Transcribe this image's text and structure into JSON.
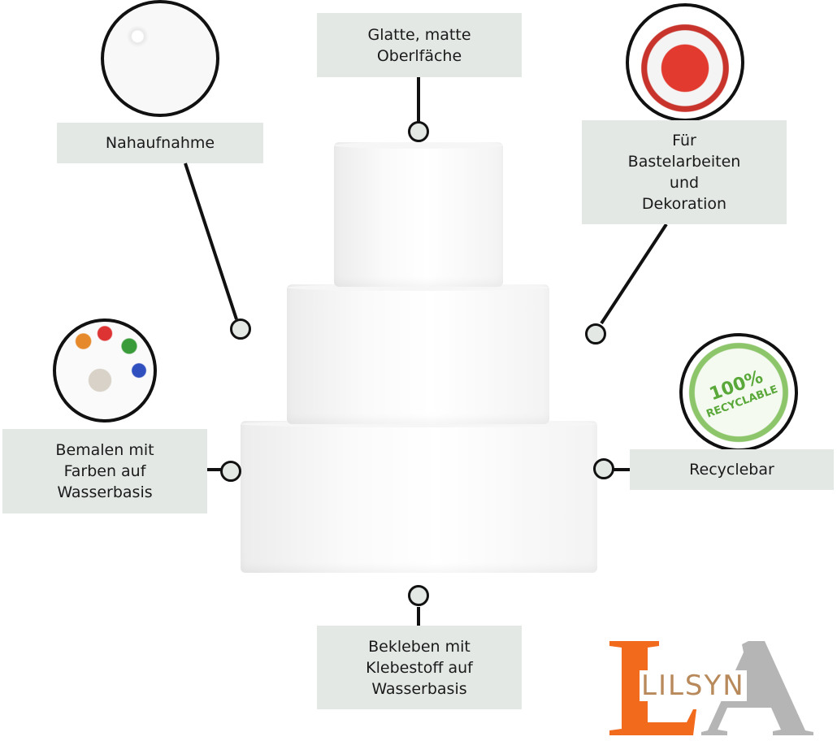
{
  "features": {
    "top": "Glatte, matte\nOberlfäche",
    "closeup": "Nahaufnahme",
    "crafts": "Für\nBastelarbeiten\nund\nDekoration",
    "paint": "Bemalen mit\nFarben auf\nWasserbasis",
    "recycle": "Recyclebar",
    "glue": "Bekleben mit\nKlebestoff auf\nWasserbasis"
  },
  "recycle_badge": {
    "line1": "100%",
    "line2": "RECYCLABLE"
  },
  "logo": {
    "big1": "L",
    "big2": "A",
    "name": "LILSYN"
  },
  "colors": {
    "box": "#e3e8e5",
    "logo_orange": "#f26a1b",
    "logo_gray": "#b5b5b5",
    "logo_tan": "#b8895a",
    "badge_green": "#5aa83a"
  }
}
